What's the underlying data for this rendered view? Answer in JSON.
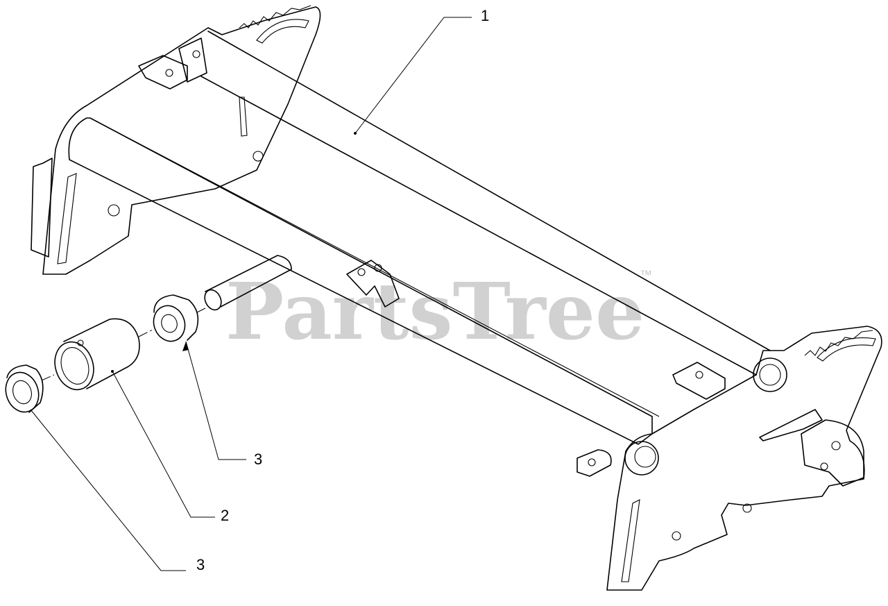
{
  "watermark": {
    "text": "PartsTree",
    "trademark": "™",
    "color": "#c9c9c9"
  },
  "callouts": [
    {
      "id": "callout-1",
      "label": "1"
    },
    {
      "id": "callout-2",
      "label": "2"
    },
    {
      "id": "callout-3-upper",
      "label": "3"
    },
    {
      "id": "callout-3-lower",
      "label": "3"
    }
  ],
  "colors": {
    "line": "#000000",
    "background": "#ffffff"
  }
}
